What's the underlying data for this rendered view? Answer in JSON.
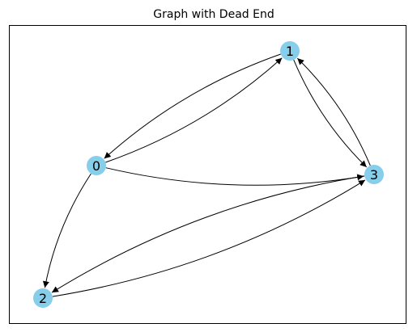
{
  "title": "Graph with Dead End",
  "node_color": "#87ceeb",
  "edge_color": "#000000",
  "nodes": [
    {
      "id": "0",
      "label": "0"
    },
    {
      "id": "1",
      "label": "1"
    },
    {
      "id": "2",
      "label": "2"
    },
    {
      "id": "3",
      "label": "3"
    }
  ],
  "edges": [
    {
      "from": "0",
      "to": "1"
    },
    {
      "from": "1",
      "to": "0"
    },
    {
      "from": "0",
      "to": "3"
    },
    {
      "from": "0",
      "to": "2"
    },
    {
      "from": "1",
      "to": "3"
    },
    {
      "from": "3",
      "to": "1"
    },
    {
      "from": "3",
      "to": "2"
    },
    {
      "from": "2",
      "to": "3"
    }
  ]
}
